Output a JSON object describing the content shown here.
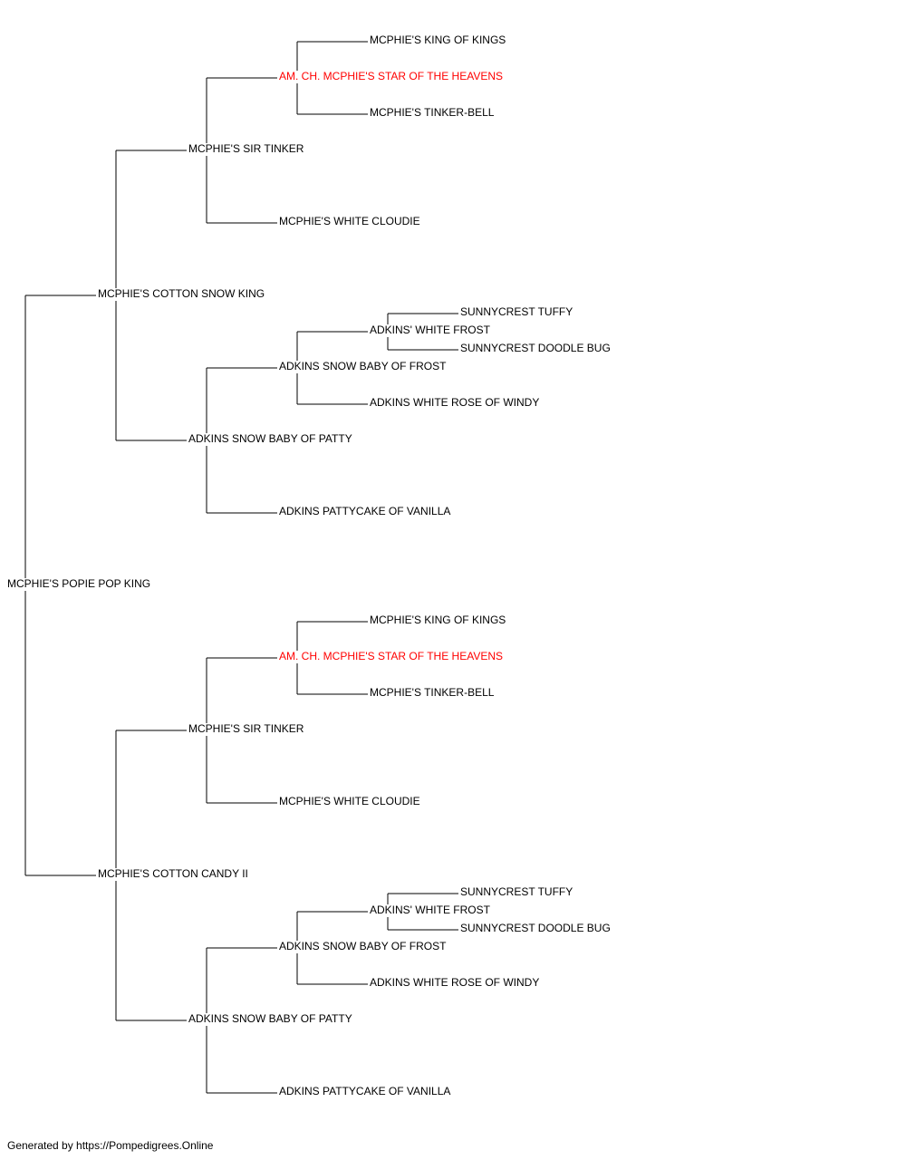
{
  "colors": {
    "default_text": "#000000",
    "champion_text": "#ff0000",
    "line": "#000000"
  },
  "pedigree": {
    "name": "MCPHIE'S POPIE POP KING",
    "parents": [
      {
        "name": "MCPHIE'S COTTON SNOW KING",
        "parents": [
          {
            "name": "MCPHIE'S SIR TINKER",
            "parents": [
              {
                "name": "AM. CH. MCPHIE'S STAR OF THE HEAVENS",
                "champion": true,
                "parents": [
                  {
                    "name": "MCPHIE'S KING OF KINGS"
                  },
                  {
                    "name": "MCPHIE'S TINKER-BELL"
                  }
                ]
              },
              {
                "name": "MCPHIE'S WHITE CLOUDIE"
              }
            ]
          },
          {
            "name": "ADKINS SNOW BABY OF PATTY",
            "parents": [
              {
                "name": "ADKINS SNOW BABY OF FROST",
                "parents": [
                  {
                    "name": "ADKINS' WHITE FROST",
                    "parents": [
                      {
                        "name": "SUNNYCREST TUFFY"
                      },
                      {
                        "name": "SUNNYCREST DOODLE BUG"
                      }
                    ]
                  },
                  {
                    "name": "ADKINS WHITE ROSE OF WINDY"
                  }
                ]
              },
              {
                "name": "ADKINS PATTYCAKE OF VANILLA"
              }
            ]
          }
        ]
      },
      {
        "name": "MCPHIE'S COTTON CANDY II",
        "parents": [
          {
            "name": "MCPHIE'S SIR TINKER",
            "parents": [
              {
                "name": "AM. CH. MCPHIE'S STAR OF THE HEAVENS",
                "champion": true,
                "parents": [
                  {
                    "name": "MCPHIE'S KING OF KINGS"
                  },
                  {
                    "name": "MCPHIE'S TINKER-BELL"
                  }
                ]
              },
              {
                "name": "MCPHIE'S WHITE CLOUDIE"
              }
            ]
          },
          {
            "name": "ADKINS SNOW BABY OF PATTY",
            "parents": [
              {
                "name": "ADKINS SNOW BABY OF FROST",
                "parents": [
                  {
                    "name": "ADKINS' WHITE FROST",
                    "parents": [
                      {
                        "name": "SUNNYCREST TUFFY"
                      },
                      {
                        "name": "SUNNYCREST DOODLE BUG"
                      }
                    ]
                  },
                  {
                    "name": "ADKINS WHITE ROSE OF WINDY"
                  }
                ]
              },
              {
                "name": "ADKINS PATTYCAKE OF VANILLA"
              }
            ]
          }
        ]
      }
    ]
  },
  "footer": "Generated by https://Pompedigrees.Online"
}
